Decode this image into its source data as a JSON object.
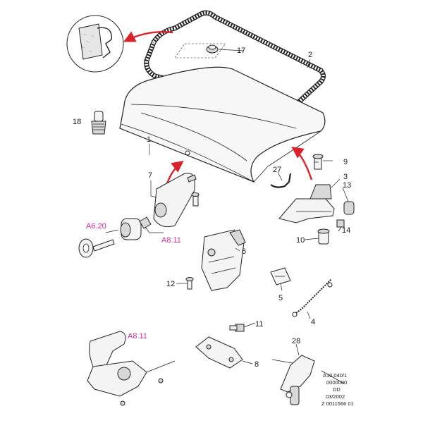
{
  "colors": {
    "arrow": "#d8232a",
    "reference_label": "#cc2a9a",
    "part_label": "#1a1a1a"
  },
  "callouts": {
    "p1": "1",
    "p2": "2",
    "p3": "3",
    "p4": "4",
    "p5": "5",
    "p6": "6",
    "p7": "7",
    "p8": "8",
    "p9": "9",
    "p10": "10",
    "p11": "11",
    "p12": "12",
    "p13": "13",
    "p14": "14",
    "p17": "17",
    "p18": "18",
    "p27": "27",
    "p28": "28"
  },
  "references": {
    "ref_a620": "A6.20",
    "ref_a811_upper": "A8.11",
    "ref_a811_lower": "A8.11"
  },
  "footer": {
    "line1": "A10.040/1",
    "line2": "0000000",
    "line3": "DD",
    "line4": "03/2002",
    "line5": "Z 0011566 01"
  }
}
